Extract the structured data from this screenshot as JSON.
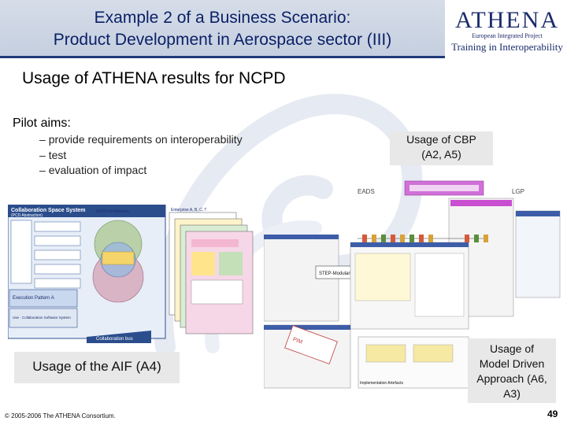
{
  "header": {
    "title_line1": "Example 2 of a Business Scenario:",
    "title_line2": "Product Development in Aerospace sector (III)",
    "logo_word": "ATHENA",
    "logo_subtitle": "European Integrated Project",
    "logo_tagline": "Training in Interoperability"
  },
  "subtitle": "Usage of ATHENA results for NCPD",
  "aims": {
    "title": "Pilot aims:",
    "items": [
      "provide requirements on interoperability",
      "test",
      "evaluation of impact"
    ]
  },
  "callouts": {
    "cbp_line1": "Usage of CBP",
    "cbp_line2": "(A2, A5)",
    "aif": "Usage of the AIF (A4)",
    "mda_line1": "Usage of",
    "mda_line2": "Model Driven",
    "mda_line3": "Approach (A6,",
    "mda_line4": "A3)"
  },
  "diagram_aif": {
    "title": "Collaboration Space System",
    "subtitle": "(PCD Abstraction)",
    "hub_label": "NCPD Architecture",
    "pattern_label": "Execution Pattern A",
    "system_label": "Use · Collaboration Software System",
    "bus_label": "Collaboration bus",
    "stack_label": "Enterprise A, B, C, T"
  },
  "diagram_cbp": {
    "left_label": "EADS",
    "right_label": "LGP"
  },
  "diagram_mda": {
    "box1": "STEP-Modularity",
    "box2": "PIM",
    "box3": "Implementation Artefacts"
  },
  "footer": "© 2005-2006 The ATHENA Consortium.",
  "page_number": "49",
  "colors": {
    "title_text": "#0a1f66",
    "title_band": "#c5cfdf",
    "callout_bg": "#e8e8e8"
  }
}
